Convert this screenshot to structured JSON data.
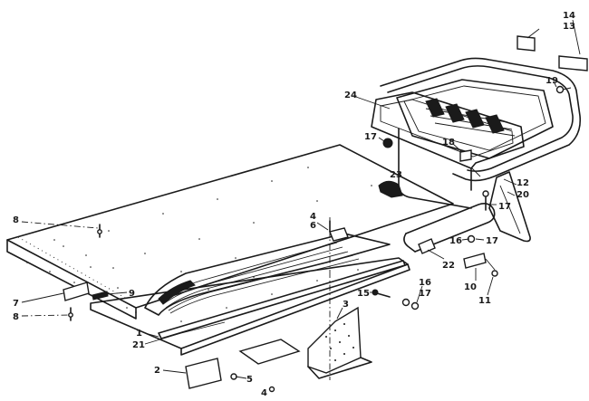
{
  "callouts": [
    {
      "id": "c14",
      "label": "14"
    },
    {
      "id": "c13",
      "label": "13"
    },
    {
      "id": "c19",
      "label": "19"
    },
    {
      "id": "c24",
      "label": "24"
    },
    {
      "id": "c17a",
      "label": "17"
    },
    {
      "id": "c18",
      "label": "18"
    },
    {
      "id": "c23",
      "label": "23"
    },
    {
      "id": "c12",
      "label": "12"
    },
    {
      "id": "c20",
      "label": "20"
    },
    {
      "id": "c17b",
      "label": "17"
    },
    {
      "id": "c8a",
      "label": "8"
    },
    {
      "id": "c4a",
      "label": "4"
    },
    {
      "id": "c6",
      "label": "6"
    },
    {
      "id": "c16a",
      "label": "16"
    },
    {
      "id": "c17c",
      "label": "17"
    },
    {
      "id": "c22",
      "label": "22"
    },
    {
      "id": "c10",
      "label": "10"
    },
    {
      "id": "c11",
      "label": "11"
    },
    {
      "id": "c15",
      "label": "15"
    },
    {
      "id": "c16b",
      "label": "16"
    },
    {
      "id": "c17d",
      "label": "17"
    },
    {
      "id": "c7",
      "label": "7"
    },
    {
      "id": "c9",
      "label": "9"
    },
    {
      "id": "c8b",
      "label": "8"
    },
    {
      "id": "c3",
      "label": "3"
    },
    {
      "id": "c1",
      "label": "1"
    },
    {
      "id": "c21",
      "label": "21"
    },
    {
      "id": "c2",
      "label": "2"
    },
    {
      "id": "c5",
      "label": "5"
    },
    {
      "id": "c4b",
      "label": "4"
    }
  ]
}
